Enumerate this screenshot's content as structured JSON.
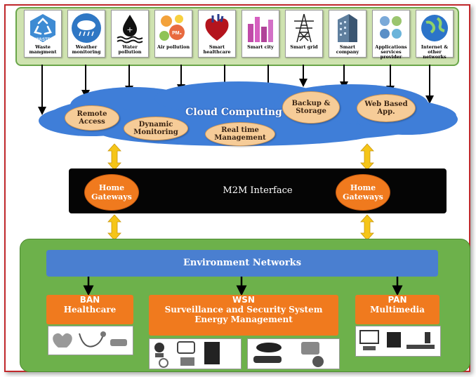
{
  "apps": [
    {
      "label": "Waste mangment",
      "icon": "waste-icon",
      "badge": "WASTE"
    },
    {
      "label": "Weather monitoring",
      "icon": "weather-icon"
    },
    {
      "label": "Water pollution",
      "icon": "water-drop-icon"
    },
    {
      "label": "Air pollution",
      "icon": "air-molecule-icon",
      "badge": "PM₃"
    },
    {
      "label": "Smart healthcare",
      "icon": "heart-icon"
    },
    {
      "label": "Smart city",
      "icon": "city-icon"
    },
    {
      "label": "Smart grid",
      "icon": "power-tower-icon"
    },
    {
      "label": "Smart company",
      "icon": "building-icon"
    },
    {
      "label": "Applications services provider",
      "icon": "app-services-icon"
    },
    {
      "label": "Internet & other networks",
      "icon": "globe-icon"
    }
  ],
  "cloud": {
    "title": "Cloud Computing",
    "bubbles": {
      "remote": "Remote Access",
      "dynamic": "Dynamic Monitoring",
      "realtime": "Real time Management",
      "backup": "Backup & Storage",
      "web": "Web Based App."
    }
  },
  "m2m": {
    "label": "M2M Interface",
    "gateway_left": "Home Gateways",
    "gateway_right": "Home Gateways"
  },
  "env": {
    "label": "Environment Networks"
  },
  "networks": {
    "ban": {
      "abbr": "BAN",
      "title": "Healthcare"
    },
    "wsn": {
      "abbr": "WSN",
      "line1": "Surveillance and Security System",
      "line2": "Energy Management"
    },
    "pan": {
      "abbr": "PAN",
      "title": "Multimedia"
    }
  },
  "colors": {
    "frame": "#c0282b",
    "cloud": "#3f7ed8",
    "bubble": "#f6cc98",
    "gateway": "#f07a1e",
    "m2m": "#050505",
    "base": "#6db14b",
    "env_bar": "#4a7fd0",
    "arrow_yellow": "#f5c518"
  }
}
